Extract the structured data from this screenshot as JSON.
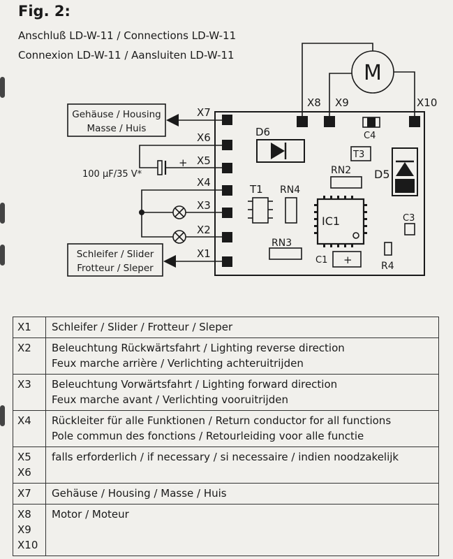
{
  "header": {
    "fig_label": "Fig. 2:",
    "line1": "Anschluß LD-W-11 / Connections LD-W-11",
    "line2": "Connexion LD-W-11 / Aansluiten LD-W-11"
  },
  "diagram": {
    "motor_symbol": "M",
    "housing_box": {
      "line1": "Gehäuse / Housing",
      "line2": "Masse / Huis"
    },
    "slider_box": {
      "line1": "Schleifer / Slider",
      "line2": "Frotteur / Sleper"
    },
    "capacitor_label": "100 µF/35 V*",
    "plus_sign": "+",
    "pins_left": [
      "X7",
      "X6",
      "X5",
      "X4",
      "X3",
      "X2",
      "X1"
    ],
    "pins_top": [
      "X8",
      "X9",
      "X10"
    ],
    "components": {
      "d6": "D6",
      "t1": "T1",
      "rn4": "RN4",
      "t3": "T3",
      "rn2": "RN2",
      "ic1": "IC1",
      "rn3": "RN3",
      "c1": "C1",
      "c4": "C4",
      "d5": "D5",
      "c3": "C3",
      "r4": "R4"
    }
  },
  "legend": [
    {
      "code": [
        "X1"
      ],
      "desc": [
        "Schleifer / Slider / Frotteur / Sleper"
      ]
    },
    {
      "code": [
        "X2"
      ],
      "desc": [
        "Beleuchtung Rückwärtsfahrt / Lighting reverse direction",
        "Feux marche arrière / Verlichting achteruitrijden"
      ]
    },
    {
      "code": [
        "X3"
      ],
      "desc": [
        "Beleuchtung Vorwärtsfahrt  / Lighting forward direction",
        "Feux marche avant / Verlichting vooruitrijden"
      ]
    },
    {
      "code": [
        "X4"
      ],
      "desc": [
        "Rückleiter für alle Funktionen / Return conductor for all functions",
        "Pole commun des fonctions / Retourleiding voor alle functie"
      ]
    },
    {
      "code": [
        "X5",
        "X6"
      ],
      "desc": [
        "falls erforderlich / if necessary / si necessaire / indien noodzakelijk"
      ]
    },
    {
      "code": [
        "X7"
      ],
      "desc": [
        "Gehäuse / Housing / Masse / Huis"
      ]
    },
    {
      "code": [
        "X8",
        "X9",
        "X10"
      ],
      "desc": [
        "Motor / Moteur"
      ]
    }
  ]
}
